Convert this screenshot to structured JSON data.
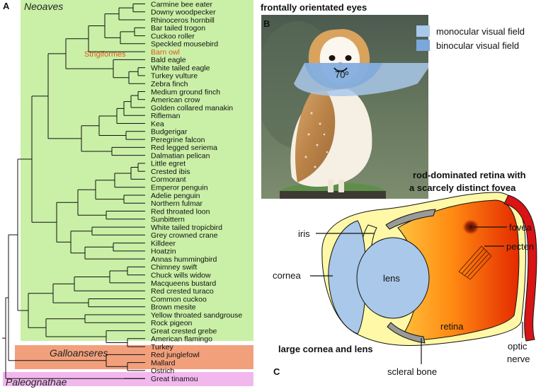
{
  "panel_labels": {
    "a": "A",
    "b": "B",
    "c": "C"
  },
  "groups": {
    "neoaves": "Neoaves",
    "strigiformes": "Strigiformes",
    "galloanseres": "Galloanseres",
    "paleognathae": "Paleognathae"
  },
  "species": [
    "Carmine bee eater",
    "Downy woodpecker",
    "Rhinoceros hornbill",
    "Bar tailed trogon",
    "Cuckoo roller",
    "Speckled mousebird",
    "Barn owl",
    "Bald eagle",
    "White tailed eagle",
    "Turkey vulture",
    "Zebra finch",
    "Medium ground finch",
    "American crow",
    "Golden collared manakin",
    "Rifleman",
    "Kea",
    "Budgerigar",
    "Peregrine falcon",
    "Red legged seriema",
    "Dalmatian pelican",
    "Little egret",
    "Crested ibis",
    "Cormorant",
    "Emperor penguin",
    "Adelie penguin",
    "Northern fulmar",
    "Red throated loon",
    "Sunbittern",
    "White tailed tropicbird",
    "Grey crowned crane",
    "Killdeer",
    "Hoatzin",
    "Annas hummingbird",
    "Chimney swift",
    "Chuck wills widow",
    "Macqueens bustard",
    "Red crested turaco",
    "Common cuckoo",
    "Brown mesite",
    "Yellow throated sandgrouse",
    "Rock pigeon",
    "Great crested grebe",
    "American flamingo",
    "Turkey",
    "Red junglefowl",
    "Mallard",
    "Ostrich",
    "Great tinamou"
  ],
  "highlight_species": "Barn owl",
  "photo": {
    "caption": "frontally orientated eyes",
    "angle_label": "70º",
    "legend": [
      {
        "label": "monocular visual field",
        "color": "#a9c8ea"
      },
      {
        "label": "binocular visual field",
        "color": "#7ba7dc"
      }
    ]
  },
  "eye": {
    "title_line1": "rod-dominated retina with",
    "title_line2": "a scarcely distinct fovea",
    "bottom_caption": "large cornea and lens",
    "labels": {
      "iris": "iris",
      "cornea": "cornea",
      "lens": "lens",
      "retina": "retina",
      "fovea": "fovea",
      "pecten": "pecten",
      "scleral_bone": "scleral bone",
      "optic_line1": "optic",
      "optic_line2": "nerve"
    }
  },
  "colors": {
    "neoaves_bg": "#c9f0a6",
    "galloanseres_bg": "#f2a07c",
    "paleognathae_bg": "#f2b8ee",
    "highlight": "#e0561b",
    "retina_start": "#ff9d1a",
    "retina_end": "#e32800",
    "sclera": "#fff8a6",
    "lens_cornea": "#a9c8ea"
  }
}
